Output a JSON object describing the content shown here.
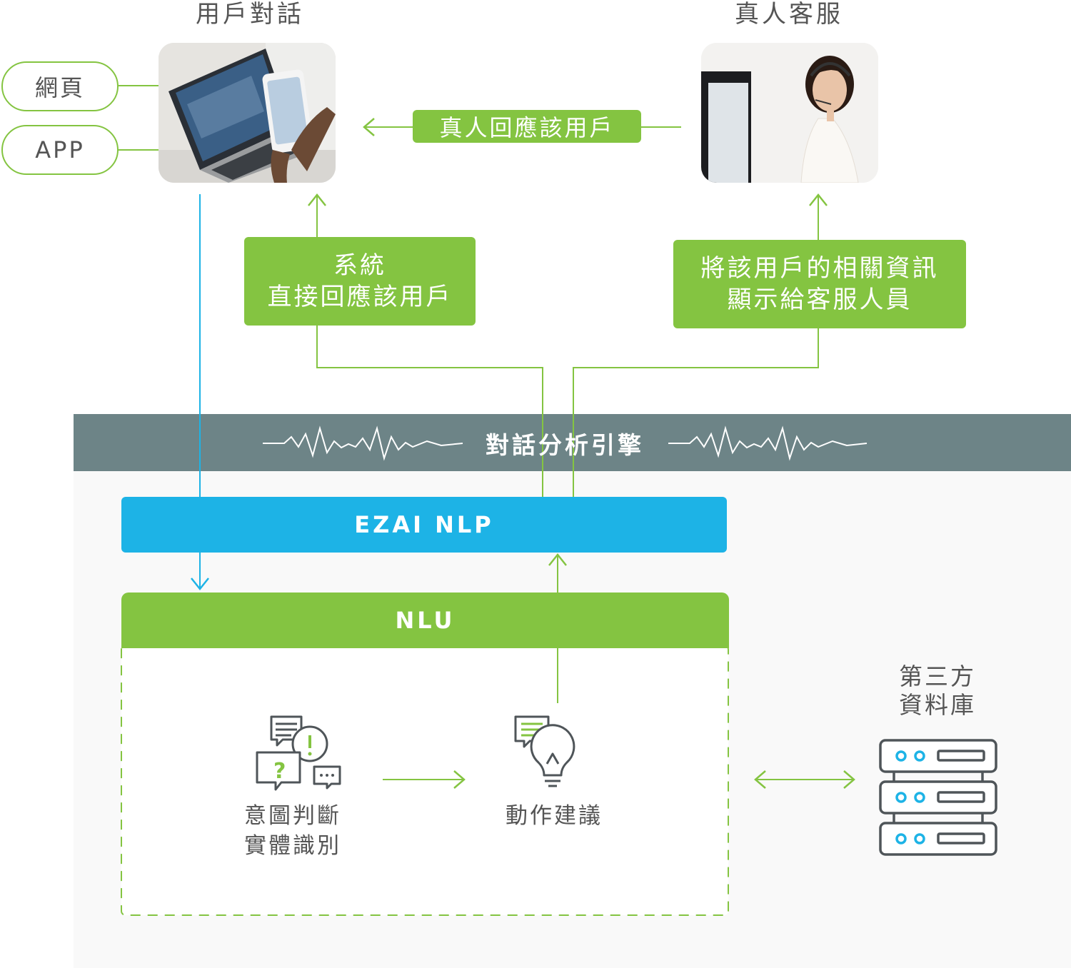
{
  "titles": {
    "user_dialog": "用戶對話",
    "human_agent": "真人客服",
    "third_party_line1": "第三方",
    "third_party_line2": "資料庫"
  },
  "channels": {
    "web": "網頁",
    "app": "APP"
  },
  "actions": {
    "human_reply": "真人回應該用戶",
    "system_reply_line1": "系統",
    "system_reply_line2": "直接回應該用戶",
    "show_info_line1": "將該用戶的相關資訊",
    "show_info_line2": "顯示給客服人員"
  },
  "engine": {
    "label": "對話分析引擎"
  },
  "nlp": {
    "label": "EZAI NLP"
  },
  "nlu": {
    "label": "NLU",
    "intent_line1": "意圖判斷",
    "intent_line2": "實體識別",
    "action_suggest": "動作建議"
  },
  "colors": {
    "green": "#84c441",
    "blue": "#1db3e6",
    "slate": "#6d8487",
    "icon_dark": "#4f5559",
    "text": "#555555"
  }
}
